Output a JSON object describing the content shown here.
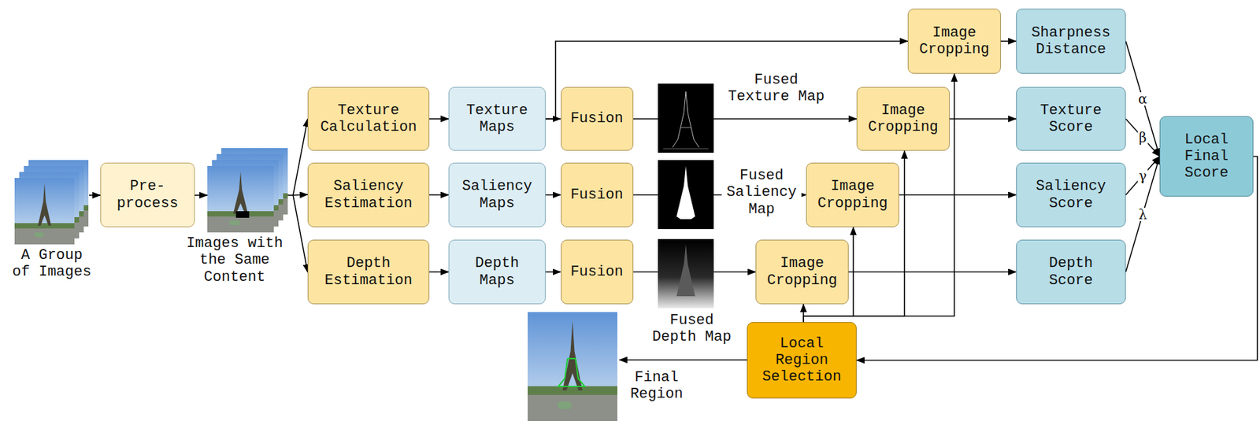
{
  "diagram": {
    "nodes": [
      {
        "text": [
          "Pre-process"
        ]
      },
      {
        "text": [
          "Texture Calculation"
        ]
      },
      {
        "text": [
          "Texture Maps"
        ]
      },
      {
        "text": [
          "Fusion"
        ]
      },
      {
        "text": [
          "Image Cropping"
        ]
      },
      {
        "text": [
          "Sharpness Distance"
        ]
      },
      {
        "text": [
          "Image Cropping"
        ]
      },
      {
        "text": [
          "Texture Score"
        ]
      },
      {
        "text": [
          "Local Final Score"
        ]
      },
      {
        "text": [
          "Saliency Estimation"
        ]
      },
      {
        "text": [
          "Saliency Maps"
        ]
      },
      {
        "text": [
          "Fusion"
        ]
      },
      {
        "text": [
          "Image Cropping"
        ]
      },
      {
        "text": [
          "Saliency Score"
        ]
      },
      {
        "text": [
          "Depth Estimation"
        ]
      },
      {
        "text": [
          "Depth Maps"
        ]
      },
      {
        "text": [
          "Fusion"
        ]
      },
      {
        "text": [
          "Image Cropping"
        ]
      },
      {
        "text": [
          "Depth Score"
        ]
      },
      {
        "text": [
          "Local Region Selection"
        ]
      }
    ],
    "edges": [
      {
        "from": 1,
        "to": 2,
        "arrow": "to"
      },
      {
        "from": 2,
        "to": 3,
        "arrow": "to"
      },
      {
        "from": 2,
        "to": 4,
        "arrow": "to"
      },
      {
        "from": 3,
        "to": 6,
        "label": "Fused Texture Map",
        "arrow": "to"
      },
      {
        "from": 4,
        "to": 5,
        "arrow": "to"
      },
      {
        "from": 6,
        "to": 7,
        "arrow": "to"
      },
      {
        "from": 5,
        "to": 8,
        "label": "α",
        "arrow": "to"
      },
      {
        "from": 7,
        "to": 8,
        "label": "β",
        "arrow": "to"
      },
      {
        "from": 9,
        "to": 10,
        "arrow": "to"
      },
      {
        "from": 10,
        "to": 11,
        "arrow": "to"
      },
      {
        "from": 11,
        "to": 12,
        "label": "Fused Saliency Map",
        "arrow": "to"
      },
      {
        "from": 12,
        "to": 13,
        "arrow": "to"
      },
      {
        "from": 13,
        "to": 8,
        "label": "γ",
        "arrow": "to"
      },
      {
        "from": 14,
        "to": 15,
        "arrow": "to"
      },
      {
        "from": 15,
        "to": 16,
        "arrow": "to"
      },
      {
        "from": 16,
        "to": 17,
        "label": "Fused Depth Map",
        "arrow": "to"
      },
      {
        "from": 17,
        "to": 18,
        "arrow": "to"
      },
      {
        "from": 18,
        "to": 8,
        "label": "λ",
        "arrow": "to"
      },
      {
        "from": 8,
        "to": 19,
        "arrow": "to"
      },
      {
        "from": 19,
        "to": 17,
        "arrow": "to"
      },
      {
        "from": 19,
        "to": 12,
        "arrow": "to"
      },
      {
        "from": 19,
        "to": 6,
        "arrow": "to"
      },
      {
        "from": 19,
        "to": 4,
        "arrow": "to"
      }
    ],
    "labels": [
      "A Group of Images",
      "Images with the Same Content",
      "Final Region"
    ]
  }
}
